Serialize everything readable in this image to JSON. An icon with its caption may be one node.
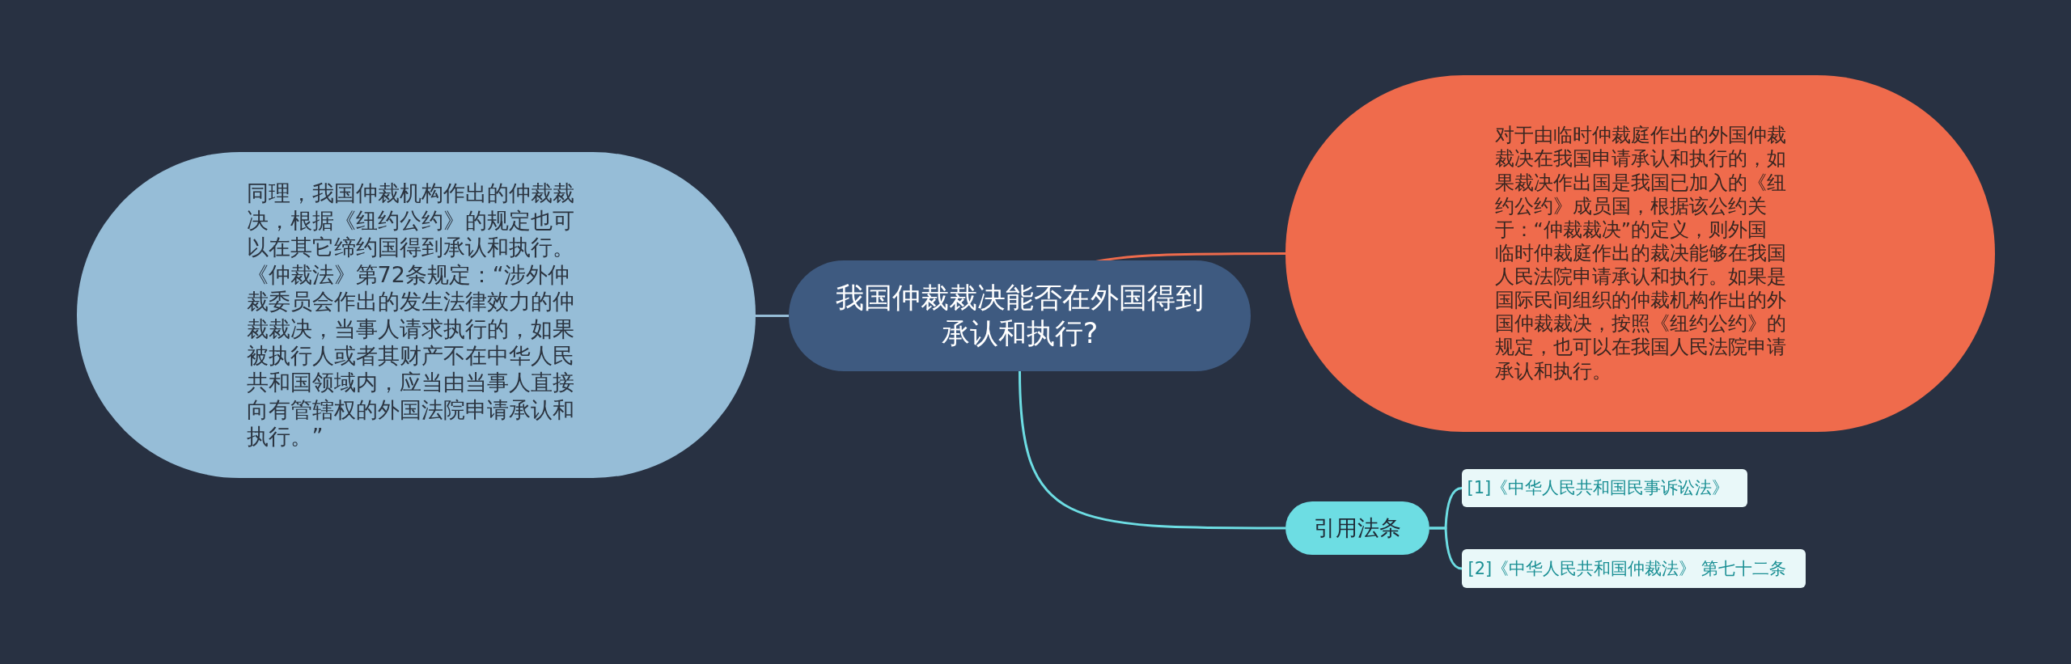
{
  "diagram": {
    "nodes": [
      {
        "text": [
          "我国仲裁裁决能否在外国得到承认和执行?"
        ]
      },
      {
        "text": [
          "同理，我国仲裁机构作出的仲裁裁决，根据《纽约公约》的规定也可以在其它缔约国得到承认和执行。《仲裁法》第72条规定：“涉外仲裁委员会作出的发生法律效力的仲裁裁决，当事人请求执行的，如果被执行人或者其财产不在中华人民共和国领域内，应当由当事人直接向有管辖权的外国法院申请承认和执行。”"
        ]
      },
      {
        "text": [
          "对于由临时仲裁庭作出的外国仲裁裁决在我国申请承认和执行的，如果裁决作出国是我国已加入的《纽约公约》成员国，根据该公约关于：“仲裁裁决”的定义，则外国临时仲裁庭作出的裁决能够在我国人民法院申请承认和执行。如果是国际民间组织的仲裁机构作出的外国仲裁裁决，按照《纽约公约》的规定，也可以在我国人民法院申请承认和执行。"
        ]
      },
      {
        "text": [
          "引用法条"
        ]
      },
      {
        "text": [
          "[1]《中华人民共和国民事诉讼法》"
        ]
      },
      {
        "text": [
          "[2]《中华人民共和国仲裁法》 第七十二条"
        ]
      }
    ],
    "edges": [
      {
        "from": 0,
        "to": 1,
        "arrow": "none",
        "color": "#96bdd7"
      },
      {
        "from": 0,
        "to": 2,
        "arrow": "none",
        "color": "#ef6b4c"
      },
      {
        "from": 0,
        "to": 3,
        "arrow": "none",
        "color": "#6ddde3"
      },
      {
        "from": 3,
        "to": 4,
        "arrow": "none",
        "color": "#6ddde3"
      },
      {
        "from": 3,
        "to": 5,
        "arrow": "none",
        "color": "#6ddde3"
      }
    ]
  }
}
